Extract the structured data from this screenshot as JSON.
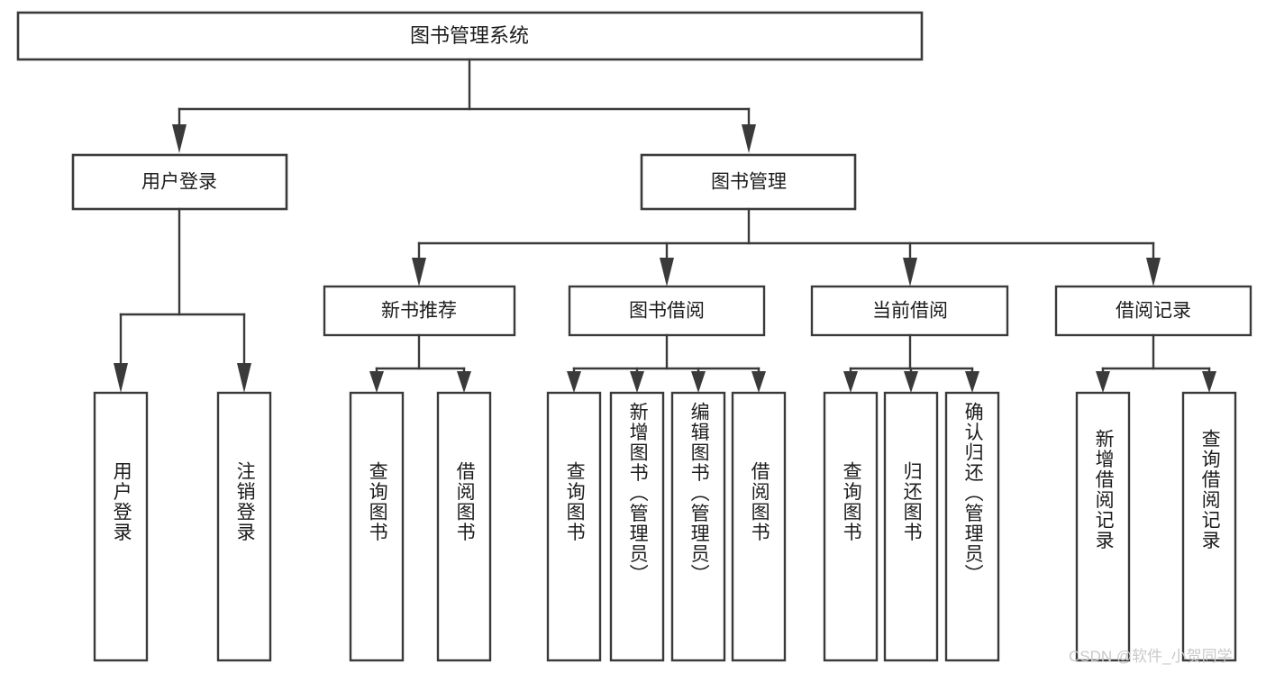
{
  "diagram": {
    "type": "tree",
    "title": "图书管理系统",
    "root": {
      "label": "图书管理系统",
      "children": [
        {
          "label": "用户登录",
          "children": [
            {
              "label": "用户登录"
            },
            {
              "label": "注销登录"
            }
          ]
        },
        {
          "label": "图书管理",
          "children": [
            {
              "label": "新书推荐",
              "children": [
                {
                  "label": "查询图书"
                },
                {
                  "label": "借阅图书"
                }
              ]
            },
            {
              "label": "图书借阅",
              "children": [
                {
                  "label": "查询图书"
                },
                {
                  "label": "新增图书（管理员）"
                },
                {
                  "label": "编辑图书（管理员）"
                },
                {
                  "label": "借阅图书"
                }
              ]
            },
            {
              "label": "当前借阅",
              "children": [
                {
                  "label": "查询图书"
                },
                {
                  "label": "归还图书"
                },
                {
                  "label": "确认归还（管理员）"
                }
              ]
            },
            {
              "label": "借阅记录",
              "children": [
                {
                  "label": "新增借阅记录"
                },
                {
                  "label": "查询借阅记录"
                }
              ]
            }
          ]
        }
      ]
    },
    "nodes": {
      "root": "图书管理系统",
      "l1_user_login": "用户登录",
      "l1_book_mgmt": "图书管理",
      "l2_new_book": "新书推荐",
      "l2_borrow": "图书借阅",
      "l2_current": "当前借阅",
      "l2_record": "借阅记录",
      "leaf_user_login": "用户登录",
      "leaf_logout": "注销登录",
      "leaf_nb_query": "查询图书",
      "leaf_nb_borrow": "借阅图书",
      "leaf_bb_query": "查询图书",
      "leaf_bb_add": "新增图书（管理员）",
      "leaf_bb_edit": "编辑图书（管理员）",
      "leaf_bb_borrow": "借阅图书",
      "leaf_cb_query": "查询图书",
      "leaf_cb_return": "归还图书",
      "leaf_cb_confirm": "确认归还（管理员）",
      "leaf_rec_add": "新增借阅记录",
      "leaf_rec_query": "查询借阅记录"
    },
    "colors": {
      "stroke": "#3a3a3a",
      "fill": "#ffffff",
      "text": "#1c1c1c",
      "watermark": "#c9c9c9"
    }
  },
  "watermark": {
    "text": "CSDN @软件_小贺同学"
  }
}
